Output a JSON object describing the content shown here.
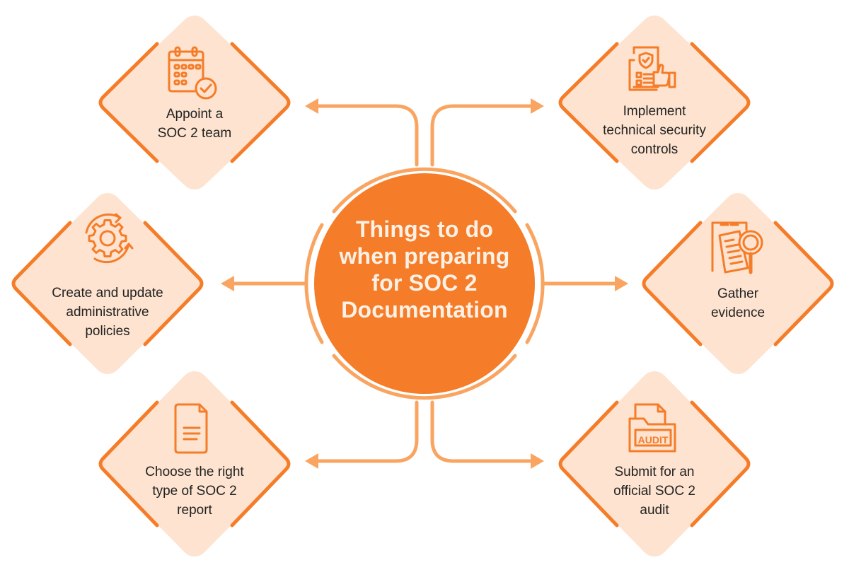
{
  "center": {
    "lines": [
      "Things to do",
      "when preparing",
      "for SOC 2",
      "Documentation"
    ]
  },
  "nodes": [
    {
      "id": "appoint-team",
      "icon": "calendar-check-icon",
      "lines": [
        "Appoint a",
        "SOC 2 team"
      ]
    },
    {
      "id": "implement-controls",
      "icon": "security-checklist-thumbs-up-icon",
      "lines": [
        "Implement",
        "technical security",
        "controls"
      ]
    },
    {
      "id": "admin-policies",
      "icon": "gear-refresh-icon",
      "lines": [
        "Create and update",
        "administrative",
        "policies"
      ]
    },
    {
      "id": "gather-evidence",
      "icon": "document-magnifier-icon",
      "lines": [
        "Gather",
        "evidence"
      ]
    },
    {
      "id": "choose-report",
      "icon": "document-icon",
      "lines": [
        "Choose the right",
        "type of SOC 2",
        "report"
      ]
    },
    {
      "id": "submit-audit",
      "icon": "audit-folder-icon",
      "lines": [
        "Submit for an",
        "official SOC 2",
        "audit"
      ]
    }
  ],
  "audit_icon_text": "AUDIT",
  "colors": {
    "primary_orange": "#f57c28",
    "light_orange": "#f9a561",
    "diamond_fill": "#fde3d0",
    "text_dark": "#222222",
    "center_text": "#fdf1e6"
  }
}
